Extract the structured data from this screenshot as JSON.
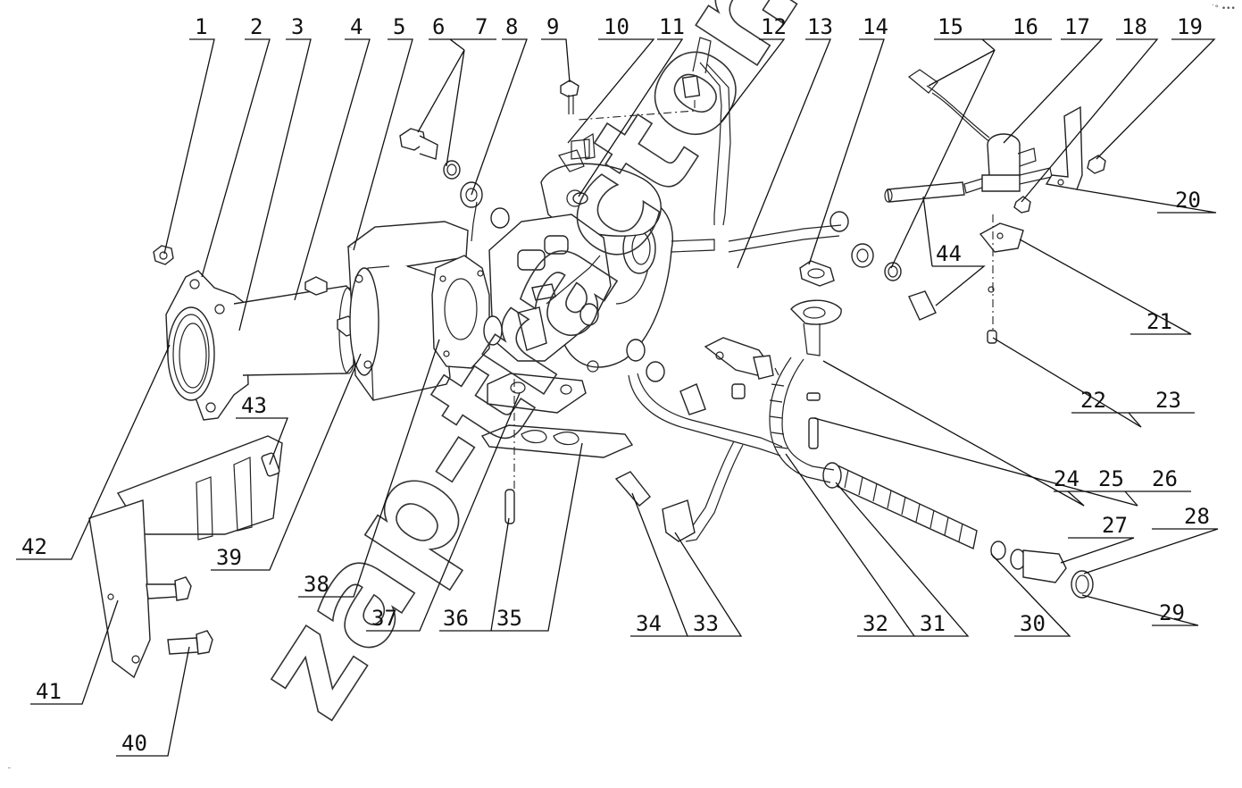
{
  "diagram": {
    "watermark": "zap-tractor.ru",
    "callouts": [
      "1",
      "2",
      "3",
      "4",
      "5",
      "6",
      "7",
      "8",
      "9",
      "10",
      "11",
      "12",
      "13",
      "14",
      "15",
      "16",
      "17",
      "18",
      "19",
      "20",
      "21",
      "22",
      "23",
      "24",
      "25",
      "26",
      "27",
      "28",
      "29",
      "30",
      "31",
      "32",
      "33",
      "34",
      "35",
      "36",
      "37",
      "38",
      "39",
      "40",
      "41",
      "42",
      "43",
      "44"
    ],
    "corner_mark": "˙° •••",
    "bottom_mark": "¨"
  }
}
